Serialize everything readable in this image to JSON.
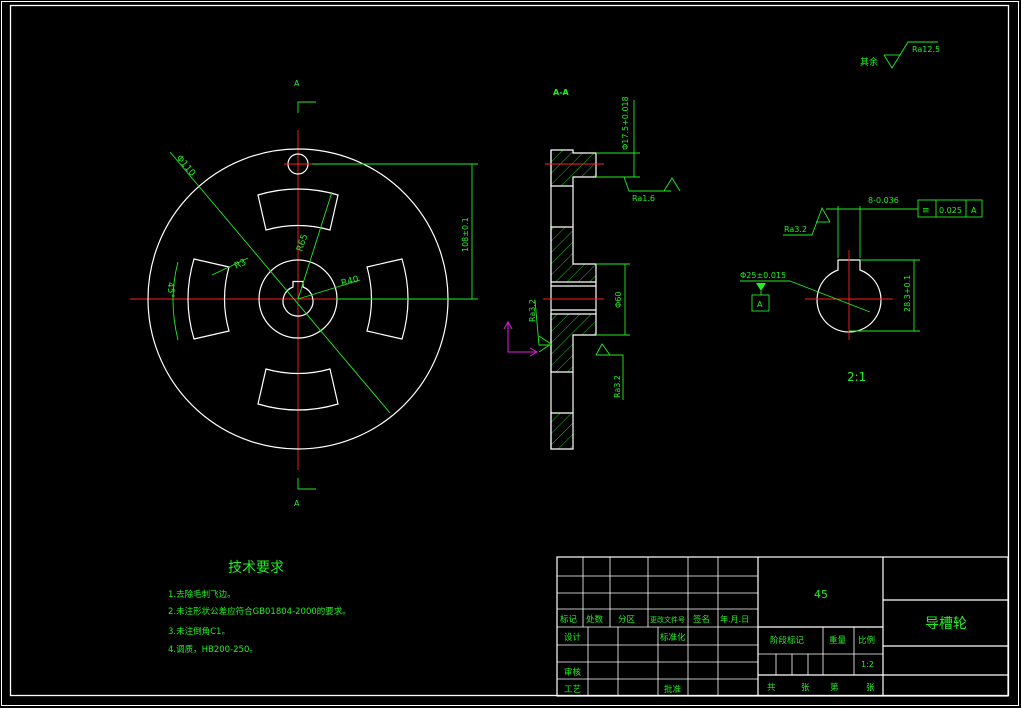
{
  "labels": {
    "section_a_top": "A",
    "section_a_bottom": "A",
    "section_title": "A-A",
    "phi110": "Φ110",
    "r65": "R65",
    "r40": "R40",
    "r3": "R3",
    "angle45": "45°",
    "dim108": "108±0.1",
    "phi17": "Φ17.5+0.018",
    "ra16": "Ra1.6",
    "ra32_left": "Ra3.2",
    "ra32_bottom": "Ra3.2",
    "phi60": "Φ60",
    "rest_label": "其余",
    "ra125": "Ra12.5",
    "ra32_detail": "Ra3.2",
    "keyway_width": "8-0.036",
    "tolerance_value": "0.025",
    "datum_a": "A",
    "datum_box": "A",
    "phi25": "Φ25±0.015",
    "dim28": "28.3+0.1",
    "scale_detail": "2:1"
  },
  "tech": {
    "title": "技术要求",
    "items": [
      "1.去除毛刺飞边。",
      "2.未注形状公差应符合GB01804-2000的要求。",
      "3.未注倒角C1。",
      "4.调质，HB200-250。"
    ]
  },
  "titleblock": {
    "material": "45",
    "part_name": "导槽轮",
    "row_headers": [
      "标记",
      "处数",
      "分区",
      "更改文件号",
      "签名",
      "年.月.日"
    ],
    "design": "设计",
    "standardization": "标准化",
    "review": "审核",
    "process": "工艺",
    "approve": "批准",
    "stage_mark": "阶段标记",
    "weight": "重量",
    "scale_label": "比例",
    "scale_value": "1:2",
    "total": "共",
    "sheets1": "张",
    "page": "第",
    "sheets2": "张"
  }
}
